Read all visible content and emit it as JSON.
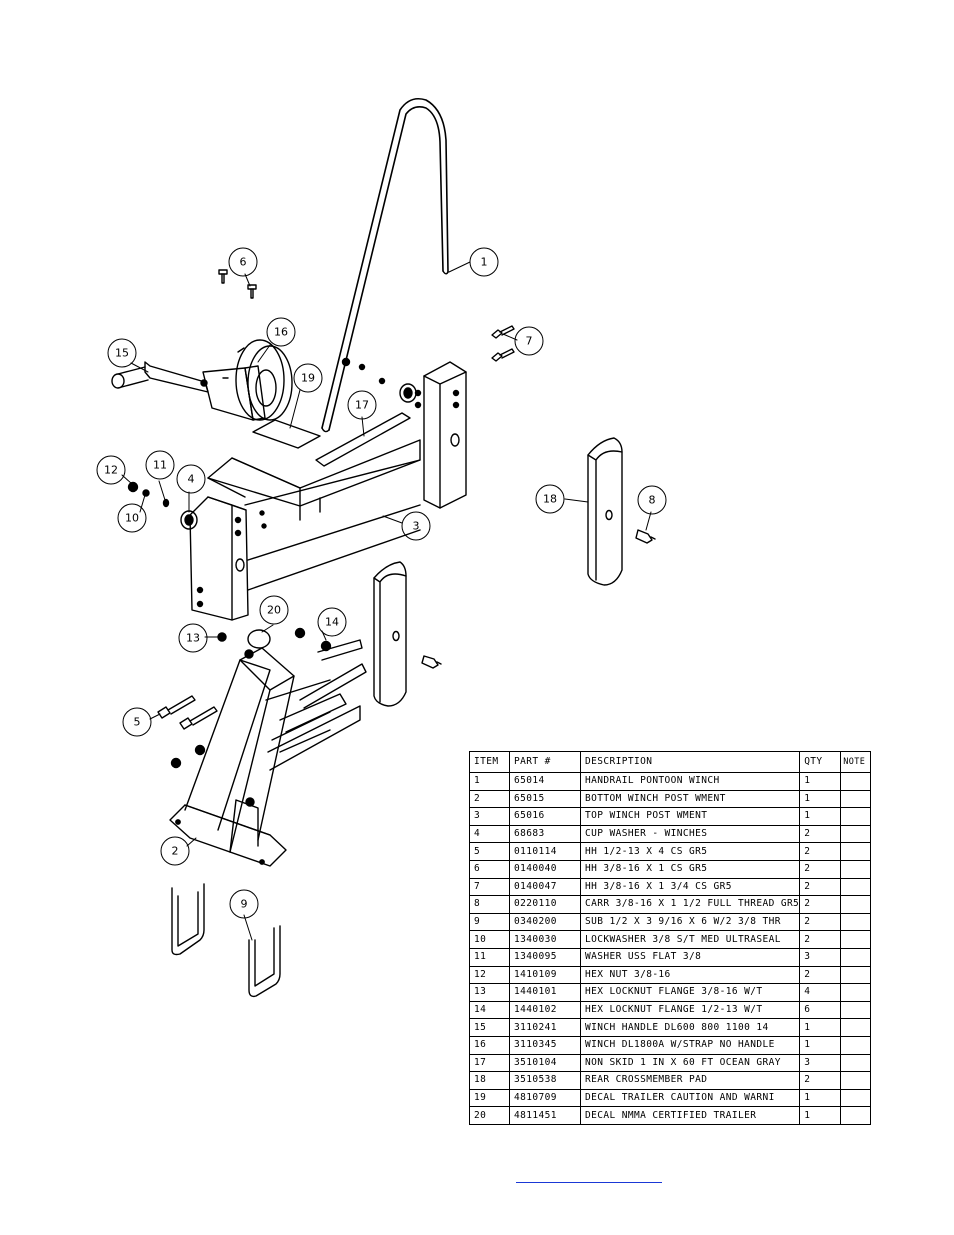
{
  "callouts": [
    "1",
    "2",
    "3",
    "4",
    "5",
    "6",
    "7",
    "8",
    "9",
    "10",
    "11",
    "12",
    "13",
    "14",
    "15",
    "16",
    "17",
    "18",
    "19",
    "20"
  ],
  "parts_table": {
    "headers": [
      "ITEM",
      "PART #",
      "DESCRIPTION",
      "QTY",
      "NOTE"
    ],
    "rows": [
      {
        "item": "1",
        "part": "65014",
        "description": "HANDRAIL PONTOON WINCH",
        "qty": "1",
        "note": ""
      },
      {
        "item": "2",
        "part": "65015",
        "description": "BOTTOM WINCH POST WMENT",
        "qty": "1",
        "note": ""
      },
      {
        "item": "3",
        "part": "65016",
        "description": "TOP WINCH POST WMENT",
        "qty": "1",
        "note": ""
      },
      {
        "item": "4",
        "part": "68683",
        "description": "CUP WASHER - WINCHES",
        "qty": "2",
        "note": ""
      },
      {
        "item": "5",
        "part": "0110114",
        "description": "HH 1/2-13 X 4 CS GR5",
        "qty": "2",
        "note": ""
      },
      {
        "item": "6",
        "part": "0140040",
        "description": "HH 3/8-16 X 1 CS GR5",
        "qty": "2",
        "note": ""
      },
      {
        "item": "7",
        "part": "0140047",
        "description": "HH 3/8-16 X 1 3/4 CS GR5",
        "qty": "2",
        "note": ""
      },
      {
        "item": "8",
        "part": "0220110",
        "description": "CARR 3/8-16 X 1 1/2 FULL THREAD GR5",
        "qty": "2",
        "note": ""
      },
      {
        "item": "9",
        "part": "0340200",
        "description": "SUB 1/2 X 3 9/16 X 6 W/2 3/8 THR",
        "qty": "2",
        "note": ""
      },
      {
        "item": "10",
        "part": "1340030",
        "description": "LOCKWASHER 3/8 S/T MED ULTRASEAL",
        "qty": "2",
        "note": ""
      },
      {
        "item": "11",
        "part": "1340095",
        "description": "WASHER USS FLAT 3/8",
        "qty": "3",
        "note": ""
      },
      {
        "item": "12",
        "part": "1410109",
        "description": "HEX NUT 3/8-16",
        "qty": "2",
        "note": ""
      },
      {
        "item": "13",
        "part": "1440101",
        "description": "HEX LOCKNUT FLANGE 3/8-16 W/T",
        "qty": "4",
        "note": ""
      },
      {
        "item": "14",
        "part": "1440102",
        "description": "HEX LOCKNUT FLANGE 1/2-13 W/T",
        "qty": "6",
        "note": ""
      },
      {
        "item": "15",
        "part": "3110241",
        "description": "WINCH HANDLE   DL600 800 1100 14",
        "qty": "1",
        "note": ""
      },
      {
        "item": "16",
        "part": "3110345",
        "description": "WINCH DL1800A W/STRAP  NO HANDLE",
        "qty": "1",
        "note": ""
      },
      {
        "item": "17",
        "part": "3510104",
        "description": "NON SKID 1 IN X 60 FT OCEAN GRAY",
        "qty": "3",
        "note": ""
      },
      {
        "item": "18",
        "part": "3510538",
        "description": "REAR CROSSMEMBER PAD",
        "qty": "2",
        "note": ""
      },
      {
        "item": "19",
        "part": "4810709",
        "description": "DECAL TRAILER CAUTION AND WARNI",
        "qty": "1",
        "note": ""
      },
      {
        "item": "20",
        "part": "4811451",
        "description": "DECAL NMMA CERTIFIED TRAILER",
        "qty": "1",
        "note": ""
      }
    ]
  }
}
